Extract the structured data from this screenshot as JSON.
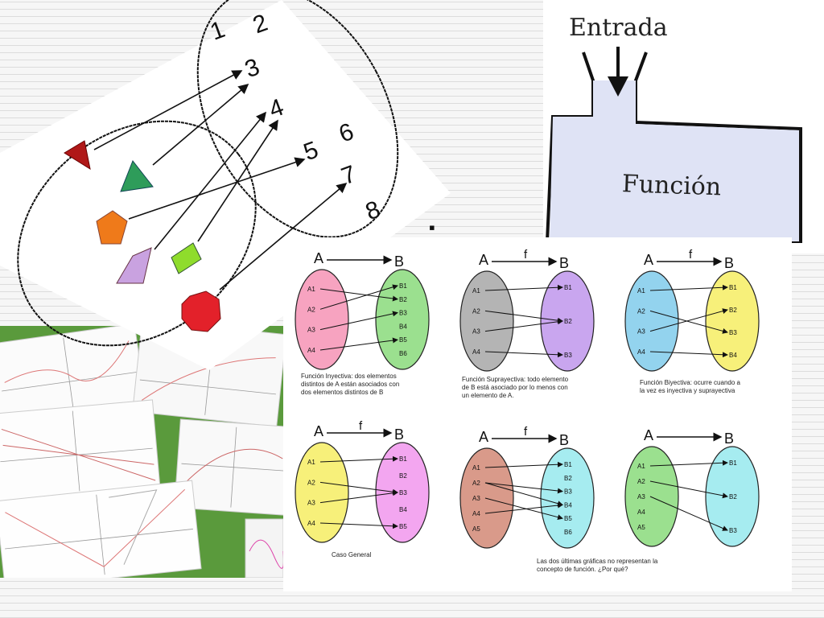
{
  "top_left_diagram": {
    "codomain_numbers": [
      "1",
      "2",
      "3",
      "4",
      "5",
      "6",
      "7",
      "8"
    ]
  },
  "machine": {
    "input_label": "Entrada",
    "function_label": "Función"
  },
  "bullet": "▪",
  "function_types": [
    {
      "domain_label": "A",
      "arrow_label": "",
      "codomain_label": "B",
      "domain_elements": [
        "A1",
        "A2",
        "A3",
        "A4"
      ],
      "codomain_elements": [
        "B1",
        "B2",
        "B3",
        "B4",
        "B5",
        "B6"
      ],
      "caption": [
        "Función Inyectiva: dos elementos",
        "distintos de A están asociados con",
        "dos elementos distintos de B"
      ],
      "colors": {
        "domain": "#f7a3c0",
        "codomain": "#9be08f"
      }
    },
    {
      "domain_label": "A",
      "arrow_label": "f",
      "codomain_label": "B",
      "domain_elements": [
        "A1",
        "A2",
        "A3",
        "A4"
      ],
      "codomain_elements": [
        "B1",
        "B2",
        "B3"
      ],
      "caption": [
        "Función Suprayectiva: todo elemento",
        "de B está asociado por lo menos con",
        "un elemento de A."
      ],
      "colors": {
        "domain": "#b4b4b4",
        "codomain": "#c9a6ef"
      }
    },
    {
      "domain_label": "A",
      "arrow_label": "f",
      "codomain_label": "B",
      "domain_elements": [
        "A1",
        "A2",
        "A3",
        "A4"
      ],
      "codomain_elements": [
        "B1",
        "B2",
        "B3",
        "B4"
      ],
      "caption": [
        "Función Biyectiva: ocurre cuando a",
        "la vez es inyectiva y suprayectiva"
      ],
      "colors": {
        "domain": "#93d3ee",
        "codomain": "#f7f07a"
      }
    },
    {
      "domain_label": "A",
      "arrow_label": "f",
      "codomain_label": "B",
      "domain_elements": [
        "A1",
        "A2",
        "A3",
        "A4"
      ],
      "codomain_elements": [
        "B1",
        "B2",
        "B3",
        "B4",
        "B5"
      ],
      "caption": [
        "Caso General"
      ],
      "colors": {
        "domain": "#f7f07a",
        "codomain": "#f3a6f0"
      }
    },
    {
      "domain_label": "A",
      "arrow_label": "f",
      "codomain_label": "B",
      "domain_elements": [
        "A1",
        "A2",
        "A3",
        "A4",
        "A5"
      ],
      "codomain_elements": [
        "B1",
        "B2",
        "B3",
        "B4",
        "B5",
        "B6"
      ],
      "caption": [],
      "colors": {
        "domain": "#d99a8a",
        "codomain": "#a6ecf0"
      }
    },
    {
      "domain_label": "A",
      "arrow_label": "",
      "codomain_label": "B",
      "domain_elements": [
        "A1",
        "A2",
        "A3",
        "A4",
        "A5"
      ],
      "codomain_elements": [
        "B1",
        "B2",
        "B3"
      ],
      "caption": [],
      "colors": {
        "domain": "#9be08f",
        "codomain": "#a6ecf0"
      }
    }
  ],
  "footnote": [
    "Las dos últimas gráficas no representan la",
    "concepto de función. ¿Por qué?"
  ]
}
